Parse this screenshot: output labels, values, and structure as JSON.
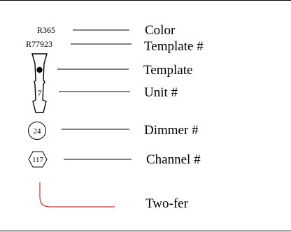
{
  "legend": {
    "color_code": "R365",
    "template_code": "R77923",
    "unit_number": "7",
    "dimmer_number": "24",
    "channel_number": "117",
    "labels": {
      "color": "Color",
      "template_num": "Template #",
      "template": "Template",
      "unit_num": "Unit #",
      "dimmer_num": "Dimmer #",
      "channel_num": "Channel #",
      "two_fer": "Two-fer"
    }
  },
  "colors": {
    "line": "#000000",
    "two_fer_line": "#cc0000"
  }
}
